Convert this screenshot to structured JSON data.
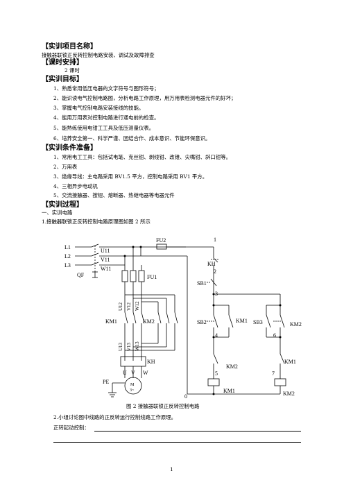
{
  "doc": {
    "project_title": "【实训项目名称】",
    "project_name": "接触器联锁正反转控制电路安装、调试及故障排查",
    "schedule_title": "【课时安排】",
    "schedule_value": "2 课时",
    "goals_title": "【实训目标】",
    "goals": [
      "1、熟悉常用低压电器的文字符号与图形符号；",
      "2、能识读电气控制电路图，分析电路工作原理，用万用表检测电器元件的好坏；",
      "3、掌握电气控制电路安装接线的技能。",
      "4、能用万用表对控制电路进行通电前的检查。",
      "5、能熟练使用电钳工工具及低压测量仪表。",
      "6、培养安全第一、科学严谨、团结合作、成本意识、节能环保意识。"
    ],
    "conditions_title": "【实训条件准备】",
    "conditions": [
      "1、常用电工工具：包括试电笔、克丝钳、剥线钳、改锥、尖嘴钳、斜口钳等。",
      "2、万用表",
      "3、绝缘导线：主电路采用 BV1.5 平方，控制电路采用 BV1 平方。",
      "4、三相异步电动机",
      "5、交流接触器、按钮、熔断器、热继电器等电器元件"
    ],
    "process_title": "【实训过程】",
    "section1": "一、实训电路",
    "item1": "1.接触器联锁正反转控制电路原理图如图 2 所示",
    "figure_caption": "图 2    接触器联锁正反转控制电路",
    "item2": "2.小组讨论图中线路的正反转运行控制线路工作原理。",
    "forward_label": "正转起动控制：",
    "page_number": "1"
  },
  "diagram": {
    "lines": [
      "L1",
      "L2",
      "L3"
    ],
    "phase_in": [
      "U11",
      "V11",
      "W11"
    ],
    "qf": "QF",
    "fu2": "FU2",
    "fu1": "FU1",
    "kh_top": "KH",
    "kh_bottom": "KH",
    "phase_mid": [
      "U12",
      "V12",
      "W12"
    ],
    "phase_out": [
      "U13",
      "V13",
      "W13"
    ],
    "km1_main": "KM1",
    "km2_main": "KM2",
    "motor_terms": [
      "U",
      "V",
      "W"
    ],
    "pe": "PE",
    "motor_m": "M",
    "motor_3": "3~",
    "sb1": "SB1",
    "sb2": "SB2",
    "sb3": "SB3",
    "km1_aux": "KM1",
    "km2_aux": "KM2",
    "km2_interlock": "KM2",
    "km1_interlock": "KM1",
    "coil_left": "KM1",
    "coil_right": "KM2",
    "nodes": [
      "1",
      "2",
      "3",
      "4",
      "5",
      "6",
      "7",
      "0"
    ]
  }
}
